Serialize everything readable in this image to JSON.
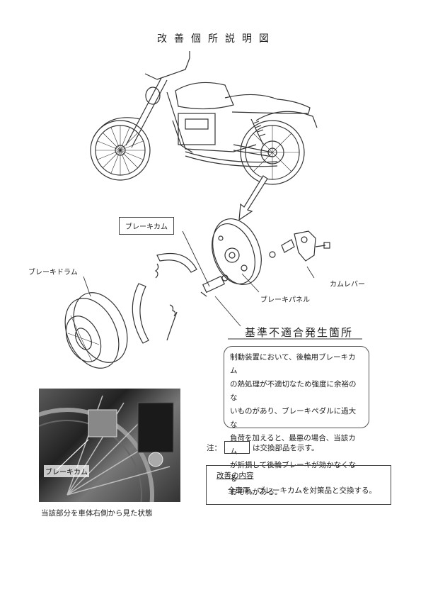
{
  "title": "改善個所説明図",
  "labels": {
    "brake_cam": "ブレーキカム",
    "brake_drum": "ブレーキドラム",
    "cam_lever": "カムレバー",
    "brake_panel": "ブレーキパネル"
  },
  "defect": {
    "heading": "基準不適合発生箇所",
    "lines": [
      "制動装置において、後輪用ブレーキカム",
      "の熱処理が不適切なため強度に余裕のな",
      "いものがあり、ブレーキペダルに過大な",
      "負荷を加えると、最悪の場合、当該カム",
      "が折損して後輪ブレーキが効かなくなる",
      "おそれがある。"
    ]
  },
  "note": {
    "prefix": "注：",
    "suffix": "は交換部品を示す。"
  },
  "improvement": {
    "title": "改善の内容",
    "text": "全車両、ブレーキカムを対策品と交換する。"
  },
  "photo": {
    "label": "ブレーキカム",
    "caption": "当該部分を車体右側から見た状態"
  }
}
